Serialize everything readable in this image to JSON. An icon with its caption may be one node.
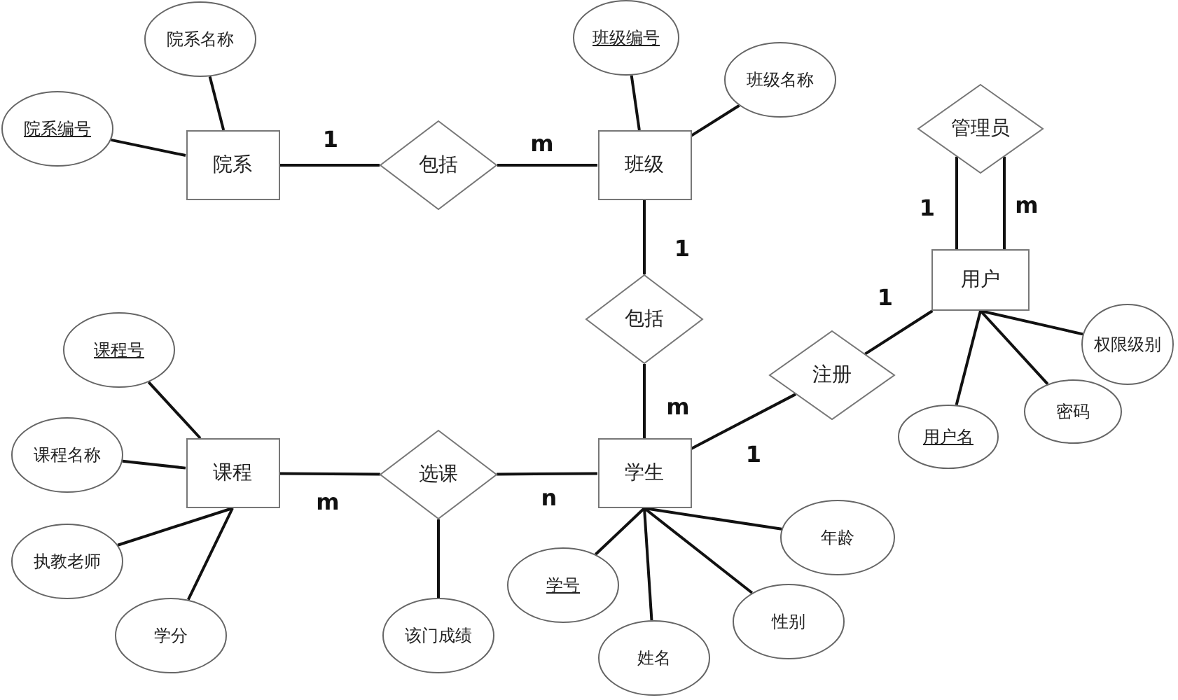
{
  "diagram": {
    "nodes": [
      {
        "text": [
          "院系名称"
        ]
      },
      {
        "text": [
          "院系编号"
        ]
      },
      {
        "text": [
          "院系"
        ]
      },
      {
        "text": [
          "包括"
        ]
      },
      {
        "text": [
          "班级编号"
        ]
      },
      {
        "text": [
          "班级"
        ]
      },
      {
        "text": [
          "班级名称"
        ]
      },
      {
        "text": [
          "管理员"
        ]
      },
      {
        "text": [
          "用户"
        ]
      },
      {
        "text": [
          "包括"
        ]
      },
      {
        "text": [
          "注册"
        ]
      },
      {
        "text": [
          "权限级别"
        ]
      },
      {
        "text": [
          "课程号"
        ]
      },
      {
        "text": [
          "用户名"
        ]
      },
      {
        "text": [
          "密码"
        ]
      },
      {
        "text": [
          "课程名称"
        ]
      },
      {
        "text": [
          "课程"
        ]
      },
      {
        "text": [
          "选课"
        ]
      },
      {
        "text": [
          "学生"
        ]
      },
      {
        "text": [
          "年龄"
        ]
      },
      {
        "text": [
          "执教老师"
        ]
      },
      {
        "text": [
          "学号"
        ]
      },
      {
        "text": [
          "学分"
        ]
      },
      {
        "text": [
          "该门成绩"
        ]
      },
      {
        "text": [
          "性别"
        ]
      },
      {
        "text": [
          "姓名"
        ]
      }
    ],
    "edges": [
      {
        "from": 0,
        "to": 2,
        "arrow": "none"
      },
      {
        "from": 1,
        "to": 2,
        "arrow": "none"
      },
      {
        "from": 2,
        "to": 3,
        "arrow": "none",
        "label": "1"
      },
      {
        "from": 3,
        "to": 5,
        "arrow": "none",
        "label": "m"
      },
      {
        "from": 4,
        "to": 5,
        "arrow": "none"
      },
      {
        "from": 6,
        "to": 5,
        "arrow": "none"
      },
      {
        "from": 5,
        "to": 9,
        "arrow": "none",
        "label": "1"
      },
      {
        "from": 9,
        "to": 18,
        "arrow": "none",
        "label": "m"
      },
      {
        "from": 7,
        "to": 8,
        "arrow": "none",
        "label": "1"
      },
      {
        "from": 7,
        "to": 8,
        "arrow": "none",
        "label": "m"
      },
      {
        "from": 18,
        "to": 10,
        "arrow": "none",
        "label": "1"
      },
      {
        "from": 10,
        "to": 8,
        "arrow": "none",
        "label": "1"
      },
      {
        "from": 8,
        "to": 13,
        "arrow": "none"
      },
      {
        "from": 8,
        "to": 14,
        "arrow": "none"
      },
      {
        "from": 8,
        "to": 11,
        "arrow": "none"
      },
      {
        "from": 12,
        "to": 16,
        "arrow": "none"
      },
      {
        "from": 15,
        "to": 16,
        "arrow": "none"
      },
      {
        "from": 20,
        "to": 16,
        "arrow": "none"
      },
      {
        "from": 22,
        "to": 16,
        "arrow": "none"
      },
      {
        "from": 16,
        "to": 17,
        "arrow": "none",
        "label": "m"
      },
      {
        "from": 17,
        "to": 18,
        "arrow": "none",
        "label": "n"
      },
      {
        "from": 17,
        "to": 23,
        "arrow": "none"
      },
      {
        "from": 18,
        "to": 21,
        "arrow": "none"
      },
      {
        "from": 18,
        "to": 25,
        "arrow": "none"
      },
      {
        "from": 18,
        "to": 24,
        "arrow": "none"
      },
      {
        "from": 18,
        "to": 19,
        "arrow": "none"
      }
    ]
  }
}
